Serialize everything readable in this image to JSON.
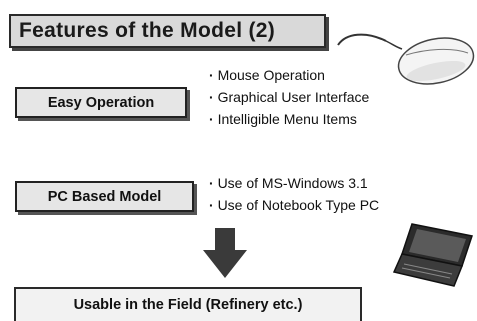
{
  "title": "Features of the Model (2)",
  "easy_operation": {
    "label": "Easy Operation",
    "items": [
      "Mouse Operation",
      "Graphical User Interface",
      "Intelligible Menu Items"
    ]
  },
  "pc_based_model": {
    "label": "PC Based Model",
    "items": [
      "Use of  MS-Windows 3.1",
      "Use of Notebook Type PC"
    ]
  },
  "result": "Usable in the Field (Refinery etc.)",
  "icons": [
    "mouse-icon",
    "down-arrow-icon",
    "laptop-icon"
  ],
  "colors": {
    "box_fill": "#e6e6e6",
    "border": "#222222"
  }
}
